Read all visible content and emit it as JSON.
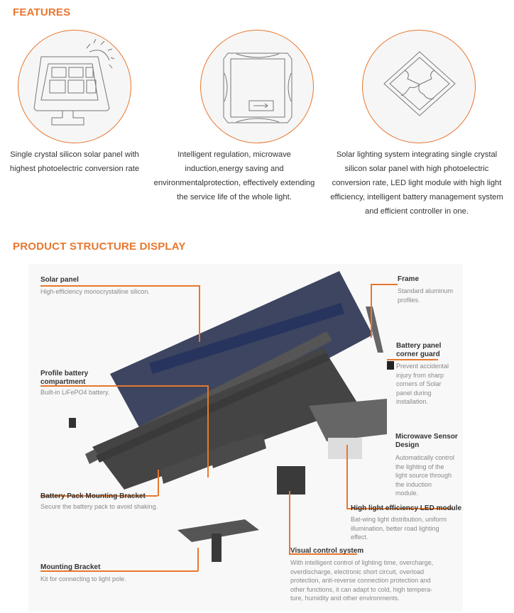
{
  "features": {
    "title": "FEATURES",
    "items": [
      {
        "icon": "solar-panel-icon",
        "text": "Single crystal silicon solar panel with highest photoelectric conversion rate"
      },
      {
        "icon": "controller-usb-icon",
        "text": "Intelligent regulation, microwave induction,energy saving and environmentalprotection, effectively extending the service life of the whole light."
      },
      {
        "icon": "puzzle-icon",
        "text": "Solar lighting system integrating single crystal silicon solar panel with high photoelectric conversion rate, LED light module with high light efficiency, intelligent battery management system and efficient controller in one."
      }
    ]
  },
  "structure": {
    "title": "PRODUCT STRUCTURE DISPLAY",
    "parts": [
      {
        "label": "Solar panel",
        "desc": "High-efficiency monocrystalline silicon."
      },
      {
        "label": "Frame",
        "desc": "Standard aluminum profiles."
      },
      {
        "label": "Battery panel corner guard",
        "desc": "Prevent accidental injury from sharp corners of  Solar panel during installation."
      },
      {
        "label": "Profile battery compartment",
        "desc": "Built-in LiFePO4 battery."
      },
      {
        "label": "Microwave Sensor Design",
        "desc": "Automatically control the lighting of the light source through the induction module."
      },
      {
        "label": "Battery Pack Mounting Bracket",
        "desc": "Secure the battery pack to avoid shaking."
      },
      {
        "label": "High light efficiency LED module",
        "desc": "Bat-wing light distribution, uniform illumination, better road lighting effect."
      },
      {
        "label": "Visual control system",
        "desc": "With intelligent control of lighting time, overcharge, overdischarge, electronic short circuit, overload protection, anti-reverse connection protection and other functions, it can adapt to cold, high tempera-ture, humidity and other environments."
      },
      {
        "label": "Mounting Bracket",
        "desc": "Kit for connecting to light pole."
      }
    ]
  },
  "colors": {
    "accent": "#e8772e"
  }
}
